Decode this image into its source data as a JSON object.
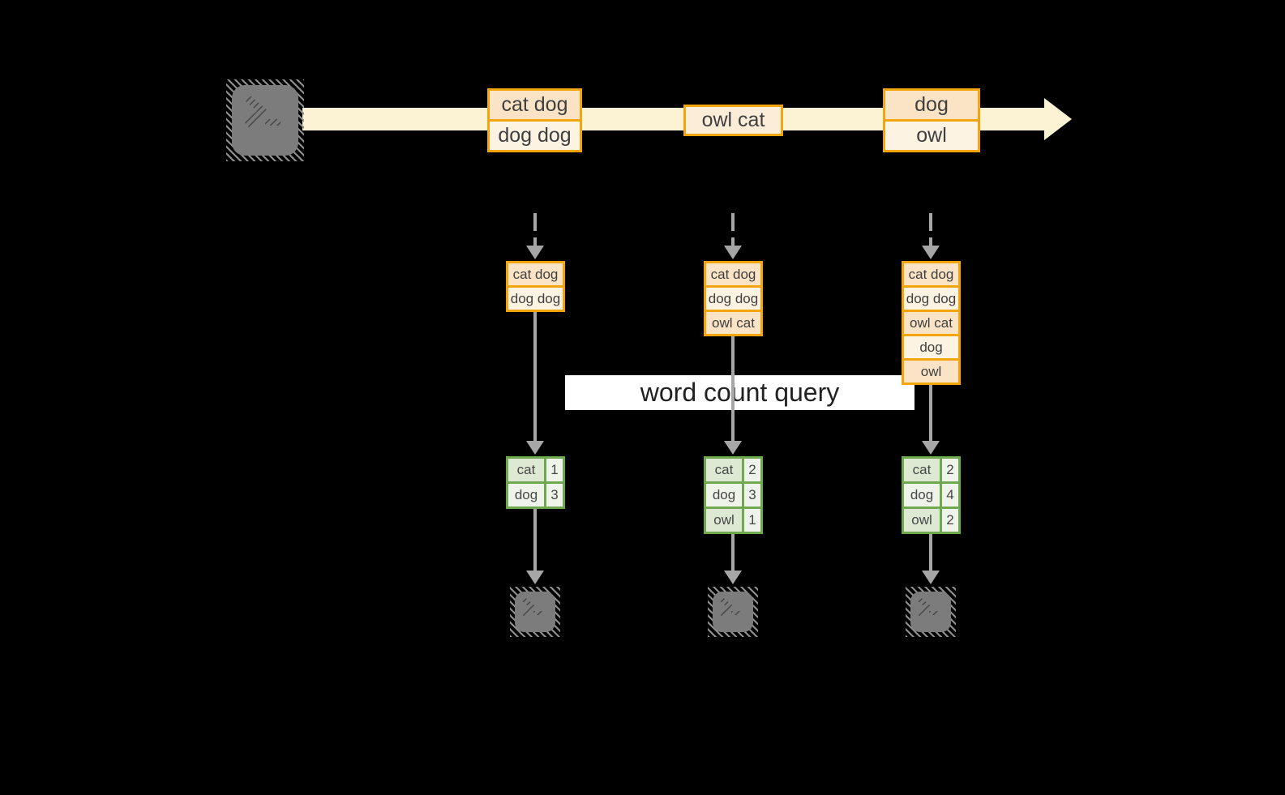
{
  "diagram_title": "word count query over a stream (spark streaming style word count)",
  "query": {
    "label": "word count query"
  },
  "stream": {
    "source_icon": "terminal-icon",
    "direction": "left-to-right",
    "events": [
      {
        "lines": [
          "cat dog",
          "dog dog"
        ]
      },
      {
        "lines": [
          "owl cat"
        ]
      },
      {
        "lines": [
          "dog",
          "owl"
        ]
      }
    ]
  },
  "columns": [
    {
      "batch": [
        "cat dog",
        "dog dog"
      ],
      "counts": [
        {
          "word": "cat",
          "count": "1"
        },
        {
          "word": "dog",
          "count": "3"
        }
      ],
      "sink_icon": "terminal-icon"
    },
    {
      "batch": [
        "cat dog",
        "dog dog",
        "owl cat"
      ],
      "counts": [
        {
          "word": "cat",
          "count": "2"
        },
        {
          "word": "dog",
          "count": "3"
        },
        {
          "word": "owl",
          "count": "1"
        }
      ],
      "sink_icon": "terminal-icon"
    },
    {
      "batch": [
        "cat dog",
        "dog dog",
        "owl cat",
        "dog",
        "owl"
      ],
      "counts": [
        {
          "word": "cat",
          "count": "2"
        },
        {
          "word": "dog",
          "count": "4"
        },
        {
          "word": "owl",
          "count": "2"
        }
      ],
      "sink_icon": "terminal-icon"
    }
  ],
  "colors": {
    "background": "#000000",
    "stream_band": "#FCF3D5",
    "box_border_orange": "#F2A50C",
    "cell_peach": "#FBE3C6",
    "cell_cream": "#FDF3E3",
    "table_border_green": "#6FA84F",
    "table_cell_dark": "#DEE9D3",
    "table_cell_light": "#EEF4EA",
    "arrow_gray": "#A6A6A6",
    "terminal_gray": "#7C7C7C",
    "query_band": "#FFFFFF",
    "text_dark": "#3F3F3F"
  }
}
